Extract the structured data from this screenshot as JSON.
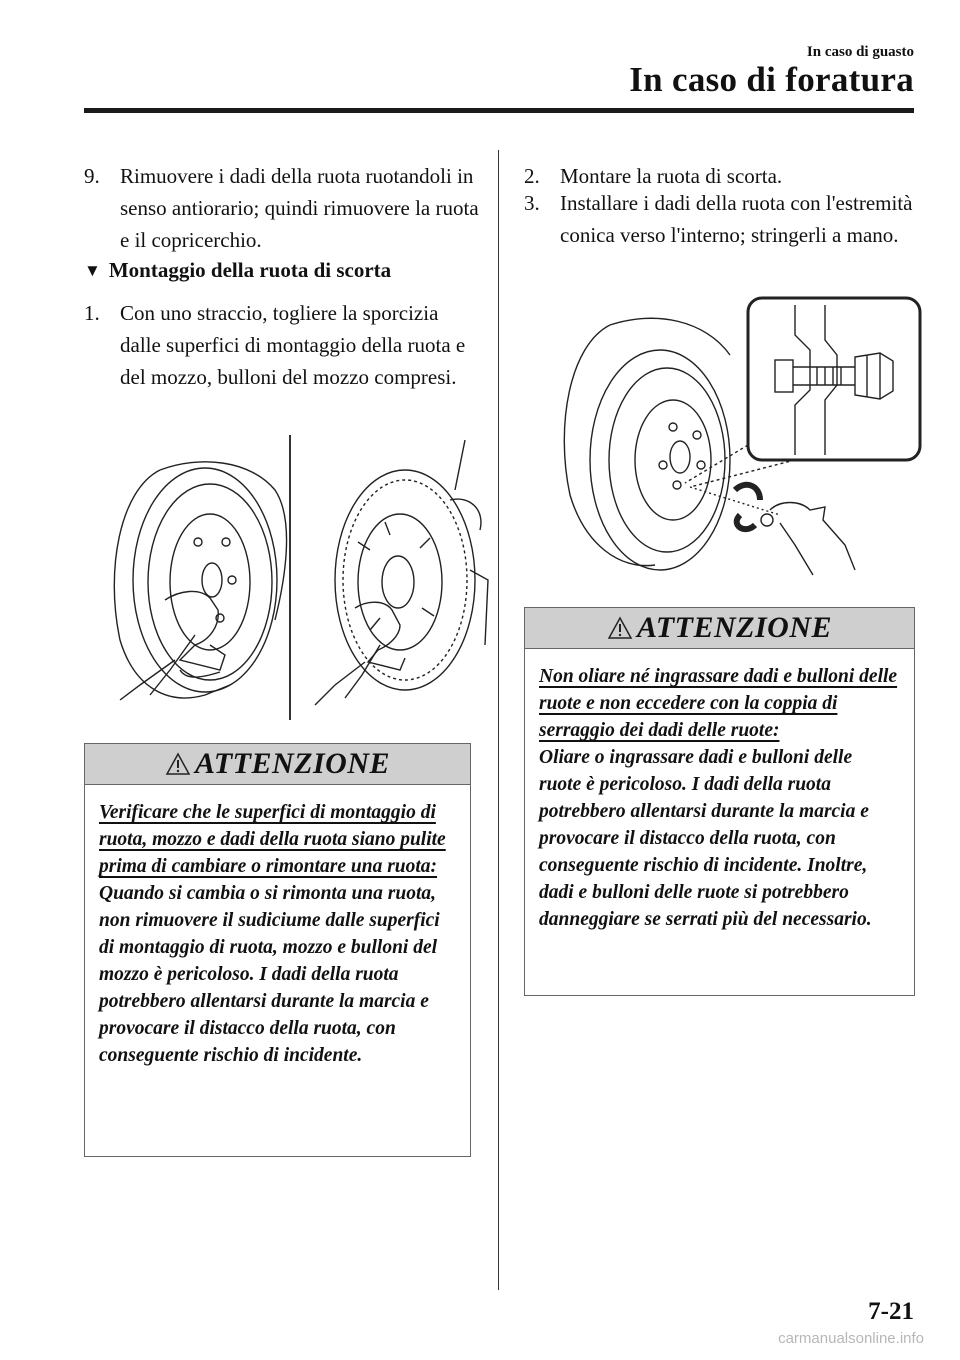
{
  "header": {
    "subtitle": "In caso di guasto",
    "title": "In caso di foratura"
  },
  "left": {
    "step9": {
      "num": "9.",
      "text": "Rimuovere i dadi della ruota ruotandoli in senso antiorario; quindi rimuovere la ruota e il copricerchio."
    },
    "section_heading": "Montaggio della ruota di scorta",
    "step1": {
      "num": "1.",
      "text": "Con uno straccio, togliere la sporcizia dalle superfici di montaggio della ruota e del mozzo, bulloni del mozzo compresi."
    },
    "caution": {
      "title": "ATTENZIONE",
      "warning": "Verificare che le superfici di montaggio di ruota, mozzo e dadi della ruota siano pulite prima di cambiare o rimontare una ruota:",
      "body": "Quando si cambia o si rimonta una ruota, non rimuovere il sudiciume dalle superfici di montaggio di ruota, mozzo e bulloni del mozzo è pericoloso. I dadi della ruota potrebbero allentarsi durante la marcia e provocare il distacco della ruota, con conseguente rischio di incidente."
    }
  },
  "right": {
    "step2": {
      "num": "2.",
      "text": "Montare la ruota di scorta."
    },
    "step3": {
      "num": "3.",
      "text": "Installare i dadi della ruota con l'estremità conica verso l'interno; stringerli a mano."
    },
    "caution": {
      "title": "ATTENZIONE",
      "warning": "Non oliare né ingrassare dadi e bulloni delle ruote e non eccedere con la coppia di serraggio dei dadi delle ruote:",
      "body": "Oliare o ingrassare dadi e bulloni delle ruote è pericoloso. I dadi della ruota potrebbero allentarsi durante la marcia e provocare il distacco della ruota, con conseguente rischio di incidente. Inoltre, dadi e bulloni delle ruote si potrebbero danneggiare se serrati più del necessario."
    }
  },
  "footer": {
    "page_number": "7-21",
    "watermark": "carmanualsonline.info"
  }
}
